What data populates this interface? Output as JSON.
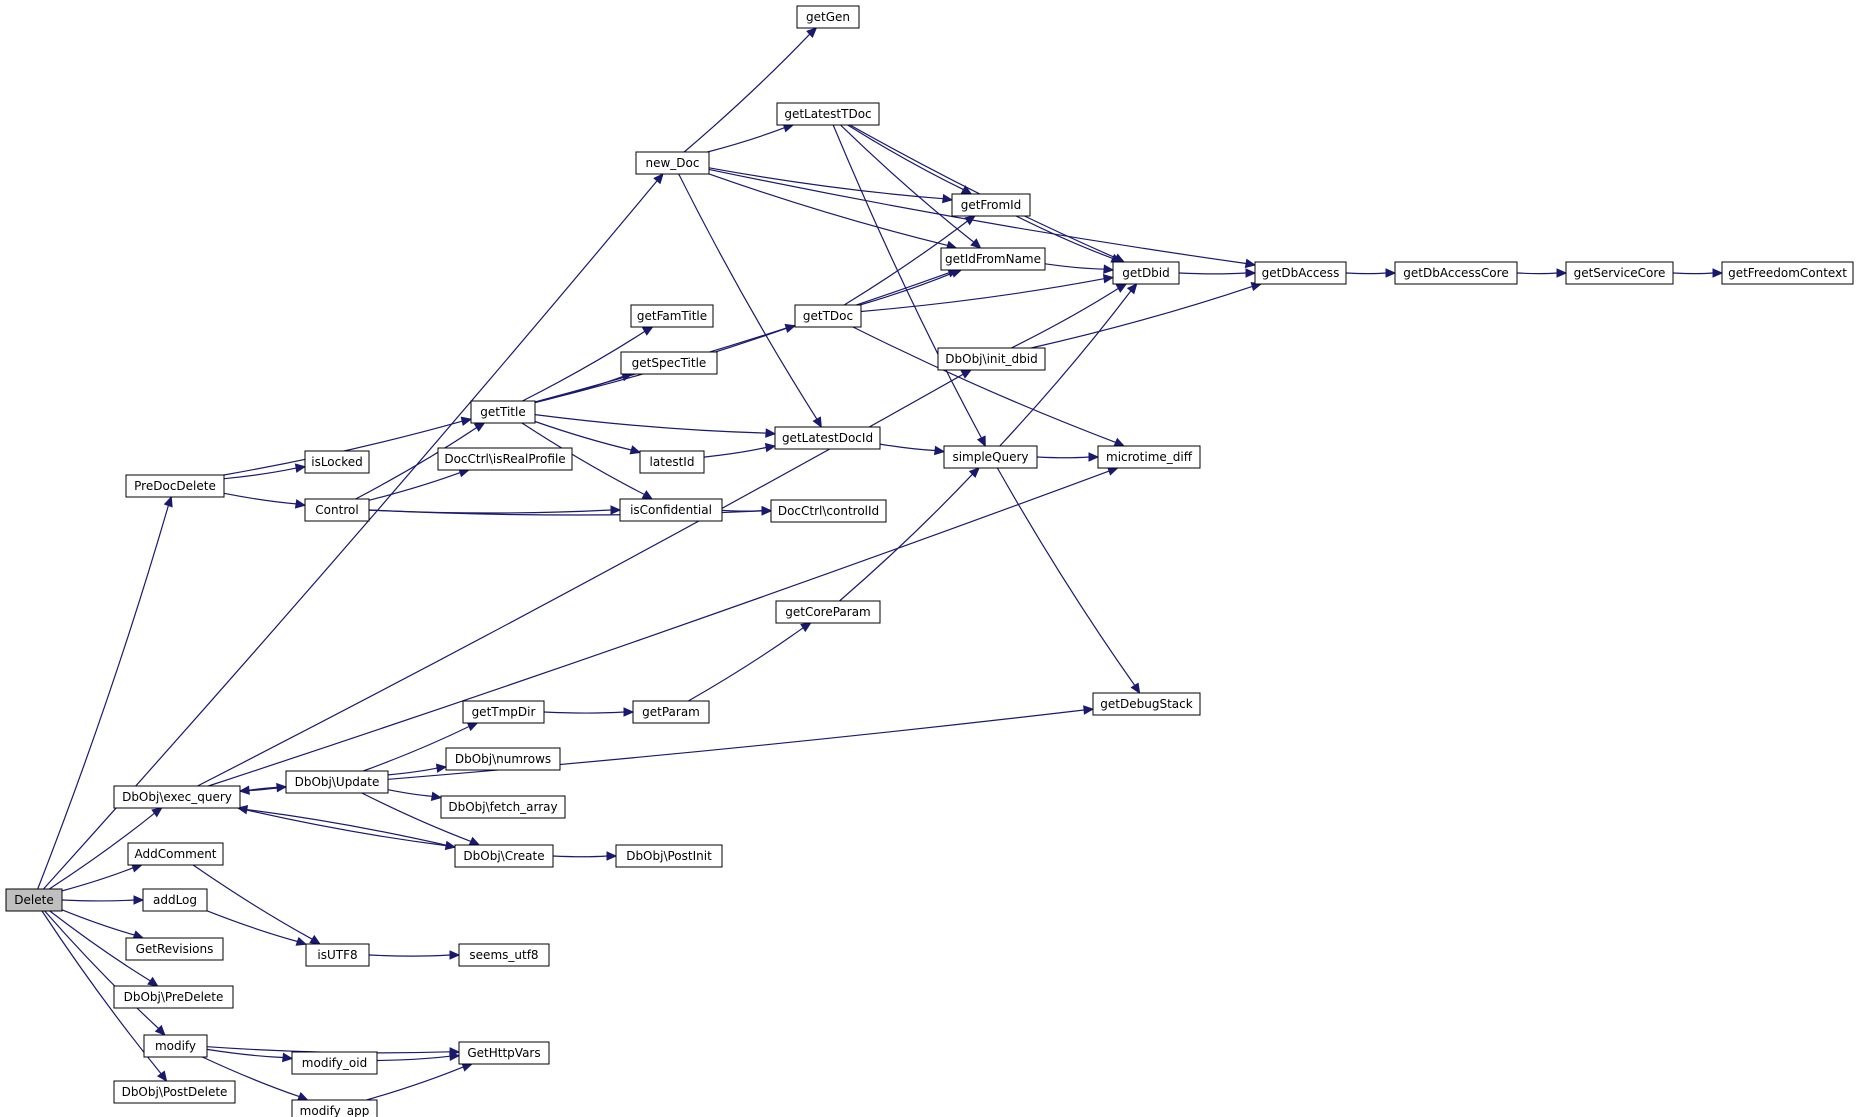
{
  "graph": {
    "edge_color": "#191970",
    "root_fill": "#bfbfbf",
    "nodes": [
      {
        "id": "Delete",
        "label": "Delete",
        "root": true
      },
      {
        "id": "new_Doc",
        "label": "new_Doc"
      },
      {
        "id": "getGen",
        "label": "getGen"
      },
      {
        "id": "getLatestTDoc",
        "label": "getLatestTDoc"
      },
      {
        "id": "getFromId",
        "label": "getFromId"
      },
      {
        "id": "getIdFromName",
        "label": "getIdFromName"
      },
      {
        "id": "getDbid",
        "label": "getDbid"
      },
      {
        "id": "getDbAccess",
        "label": "getDbAccess"
      },
      {
        "id": "getDbAccessCore",
        "label": "getDbAccessCore"
      },
      {
        "id": "getServiceCore",
        "label": "getServiceCore"
      },
      {
        "id": "getFreedomContext",
        "label": "getFreedomContext"
      },
      {
        "id": "getTDoc",
        "label": "getTDoc"
      },
      {
        "id": "getFamTitle",
        "label": "getFamTitle"
      },
      {
        "id": "getSpecTitle",
        "label": "getSpecTitle"
      },
      {
        "id": "DbObj_init_dbid",
        "label": "DbObj\\init_dbid"
      },
      {
        "id": "getTitle",
        "label": "getTitle"
      },
      {
        "id": "getLatestDocId",
        "label": "getLatestDocId"
      },
      {
        "id": "latestId",
        "label": "latestId"
      },
      {
        "id": "simpleQuery",
        "label": "simpleQuery"
      },
      {
        "id": "microtime_diff",
        "label": "microtime_diff"
      },
      {
        "id": "isLocked",
        "label": "isLocked"
      },
      {
        "id": "DocCtrl_isRealProfile",
        "label": "DocCtrl\\isRealProfile"
      },
      {
        "id": "PreDocDelete",
        "label": "PreDocDelete"
      },
      {
        "id": "Control",
        "label": "Control"
      },
      {
        "id": "isConfidential",
        "label": "isConfidential"
      },
      {
        "id": "DocCtrl_controlId",
        "label": "DocCtrl\\controlId"
      },
      {
        "id": "getCoreParam",
        "label": "getCoreParam"
      },
      {
        "id": "getTmpDir",
        "label": "getTmpDir"
      },
      {
        "id": "getParam",
        "label": "getParam"
      },
      {
        "id": "getDebugStack",
        "label": "getDebugStack"
      },
      {
        "id": "DbObj_numrows",
        "label": "DbObj\\numrows"
      },
      {
        "id": "DbObj_Update",
        "label": "DbObj\\Update"
      },
      {
        "id": "DbObj_exec_query",
        "label": "DbObj\\exec_query"
      },
      {
        "id": "DbObj_fetch_array",
        "label": "DbObj\\fetch_array"
      },
      {
        "id": "AddComment",
        "label": "AddComment"
      },
      {
        "id": "DbObj_Create",
        "label": "DbObj\\Create"
      },
      {
        "id": "DbObj_PostInit",
        "label": "DbObj\\PostInit"
      },
      {
        "id": "addLog",
        "label": "addLog"
      },
      {
        "id": "GetRevisions",
        "label": "GetRevisions"
      },
      {
        "id": "isUTF8",
        "label": "isUTF8"
      },
      {
        "id": "seems_utf8",
        "label": "seems_utf8"
      },
      {
        "id": "DbObj_PreDelete",
        "label": "DbObj\\PreDelete"
      },
      {
        "id": "modify",
        "label": "modify"
      },
      {
        "id": "modify_oid",
        "label": "modify_oid"
      },
      {
        "id": "GetHttpVars",
        "label": "GetHttpVars"
      },
      {
        "id": "DbObj_PostDelete",
        "label": "DbObj\\PostDelete"
      },
      {
        "id": "modify_app",
        "label": "modify_app"
      }
    ],
    "edges": [
      {
        "from": "Delete",
        "to": "new_Doc"
      },
      {
        "from": "Delete",
        "to": "PreDocDelete"
      },
      {
        "from": "Delete",
        "to": "DbObj_exec_query"
      },
      {
        "from": "Delete",
        "to": "AddComment"
      },
      {
        "from": "Delete",
        "to": "addLog"
      },
      {
        "from": "Delete",
        "to": "GetRevisions"
      },
      {
        "from": "Delete",
        "to": "DbObj_PreDelete"
      },
      {
        "from": "Delete",
        "to": "modify"
      },
      {
        "from": "Delete",
        "to": "DbObj_PostDelete"
      },
      {
        "from": "new_Doc",
        "to": "getGen"
      },
      {
        "from": "new_Doc",
        "to": "getDbAccess"
      },
      {
        "from": "new_Doc",
        "to": "getLatestTDoc"
      },
      {
        "from": "new_Doc",
        "to": "getFromId"
      },
      {
        "from": "new_Doc",
        "to": "getIdFromName"
      },
      {
        "from": "new_Doc",
        "to": "getLatestDocId"
      },
      {
        "from": "getLatestTDoc",
        "to": "getFromId"
      },
      {
        "from": "getLatestTDoc",
        "to": "getIdFromName"
      },
      {
        "from": "getLatestTDoc",
        "to": "getDbid"
      },
      {
        "from": "getLatestTDoc",
        "to": "simpleQuery"
      },
      {
        "from": "getFromId",
        "to": "getDbid"
      },
      {
        "from": "getIdFromName",
        "to": "getDbid"
      },
      {
        "from": "getDbid",
        "to": "getDbAccess"
      },
      {
        "from": "getDbAccess",
        "to": "getDbAccessCore"
      },
      {
        "from": "getDbAccessCore",
        "to": "getServiceCore"
      },
      {
        "from": "getServiceCore",
        "to": "getFreedomContext"
      },
      {
        "from": "getTDoc",
        "to": "getFromId"
      },
      {
        "from": "getTDoc",
        "to": "getIdFromName"
      },
      {
        "from": "getTDoc",
        "to": "getDbid"
      },
      {
        "from": "getTDoc",
        "to": "microtime_diff"
      },
      {
        "from": "DbObj_init_dbid",
        "to": "getDbid"
      },
      {
        "from": "DbObj_init_dbid",
        "to": "getDbAccess"
      },
      {
        "from": "getTitle",
        "to": "getIdFromName"
      },
      {
        "from": "getTitle",
        "to": "getTDoc"
      },
      {
        "from": "getTitle",
        "to": "getFamTitle"
      },
      {
        "from": "getTitle",
        "to": "getSpecTitle"
      },
      {
        "from": "getTitle",
        "to": "getLatestDocId"
      },
      {
        "from": "getTitle",
        "to": "latestId"
      },
      {
        "from": "getTitle",
        "to": "isConfidential"
      },
      {
        "from": "latestId",
        "to": "getLatestDocId"
      },
      {
        "from": "getLatestDocId",
        "to": "simpleQuery"
      },
      {
        "from": "simpleQuery",
        "to": "getDbid"
      },
      {
        "from": "simpleQuery",
        "to": "microtime_diff"
      },
      {
        "from": "simpleQuery",
        "to": "getDebugStack"
      },
      {
        "from": "PreDocDelete",
        "to": "getTitle"
      },
      {
        "from": "PreDocDelete",
        "to": "isLocked"
      },
      {
        "from": "PreDocDelete",
        "to": "Control"
      },
      {
        "from": "Control",
        "to": "getTitle"
      },
      {
        "from": "Control",
        "to": "DocCtrl_isRealProfile"
      },
      {
        "from": "Control",
        "to": "isConfidential"
      },
      {
        "from": "Control",
        "to": "DocCtrl_controlId"
      },
      {
        "from": "isConfidential",
        "to": "DocCtrl_controlId"
      },
      {
        "from": "getCoreParam",
        "to": "simpleQuery"
      },
      {
        "from": "getParam",
        "to": "getCoreParam"
      },
      {
        "from": "getTmpDir",
        "to": "getParam"
      },
      {
        "from": "DbObj_Update",
        "to": "getTmpDir"
      },
      {
        "from": "DbObj_Update",
        "to": "DbObj_numrows"
      },
      {
        "from": "DbObj_Update",
        "to": "DbObj_exec_query"
      },
      {
        "from": "DbObj_Update",
        "to": "DbObj_fetch_array"
      },
      {
        "from": "DbObj_Update",
        "to": "DbObj_Create"
      },
      {
        "from": "DbObj_exec_query",
        "to": "DbObj_init_dbid"
      },
      {
        "from": "DbObj_exec_query",
        "to": "microtime_diff"
      },
      {
        "from": "DbObj_exec_query",
        "to": "DbObj_Update"
      },
      {
        "from": "DbObj_exec_query",
        "to": "DbObj_Create"
      },
      {
        "from": "DbObj_exec_query",
        "to": "getDebugStack"
      },
      {
        "from": "DbObj_Create",
        "to": "DbObj_exec_query"
      },
      {
        "from": "DbObj_Create",
        "to": "DbObj_PostInit"
      },
      {
        "from": "AddComment",
        "to": "isUTF8"
      },
      {
        "from": "addLog",
        "to": "isUTF8"
      },
      {
        "from": "isUTF8",
        "to": "seems_utf8"
      },
      {
        "from": "modify",
        "to": "GetHttpVars"
      },
      {
        "from": "modify",
        "to": "modify_oid"
      },
      {
        "from": "modify",
        "to": "modify_app"
      },
      {
        "from": "modify_oid",
        "to": "GetHttpVars"
      },
      {
        "from": "modify_app",
        "to": "GetHttpVars"
      }
    ]
  }
}
